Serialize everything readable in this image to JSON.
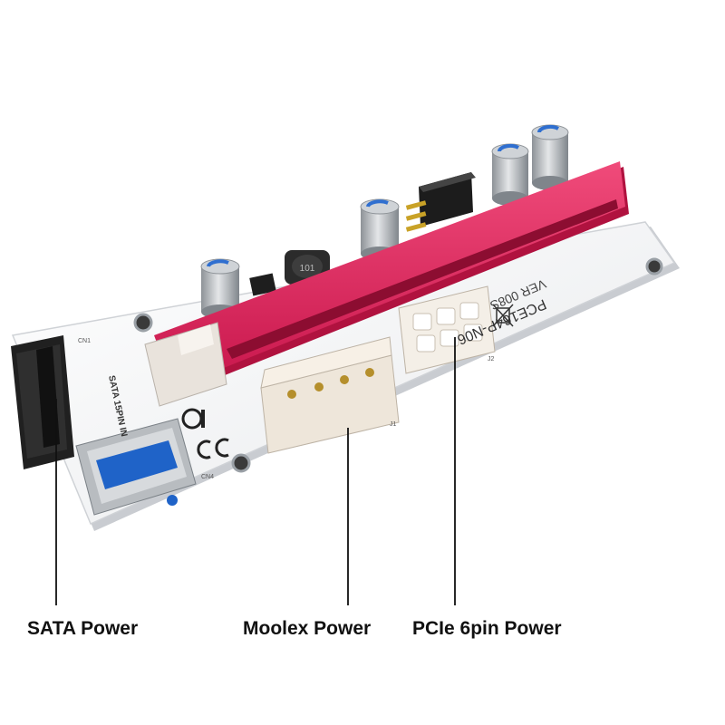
{
  "labels": {
    "sata": "SATA Power",
    "molex": "Moolex Power",
    "pcie": "PCIe 6pin Power"
  },
  "board": {
    "model": "PCE164P-N06",
    "version": "VER 008S",
    "sata_marking": "SATA 15PIN IN",
    "cn1": "CN1",
    "cn4": "CN4",
    "j1": "J1",
    "j2": "J2",
    "inductor": "101"
  },
  "colors": {
    "board": "#f3f4f6",
    "slot": "#e0245e",
    "capacitor": "#b9bdc2",
    "usb_blue": "#1f63c8"
  }
}
